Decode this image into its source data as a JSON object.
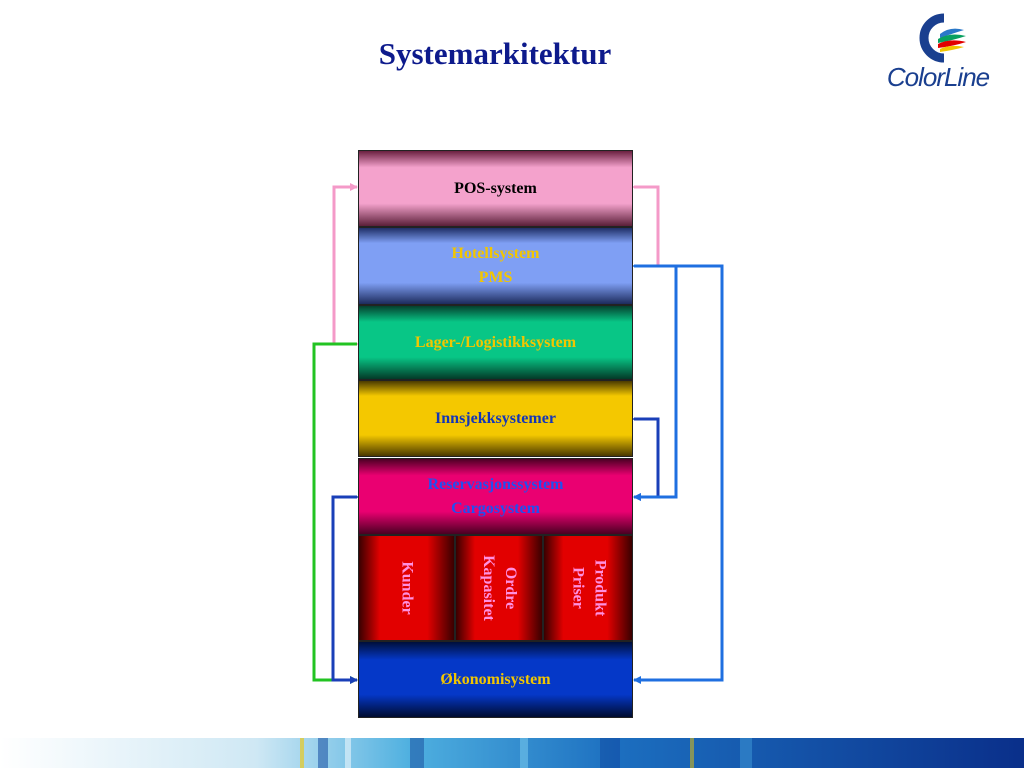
{
  "title": "Systemarkitektur",
  "logo": {
    "text": "ColorLine",
    "colors": [
      "#1a3f8f",
      "#f2c600",
      "#e20000",
      "#08a060",
      "#2a78c8"
    ]
  },
  "blocks": {
    "pos": "POS-system",
    "hotell_line1": "Hotellsystem",
    "hotell_line2": "PMS",
    "lager": "Lager-/Logistikksystem",
    "innsjekk": "Innsjekksystemer",
    "reservasjon_line1": "Reservasjonssystem",
    "reservasjon_line2": "Cargosystem",
    "okonomi": "Økonomisystem"
  },
  "modules": [
    {
      "line1": "Kunder",
      "line2": ""
    },
    {
      "line1": "Ordre",
      "line2": "Kapasitet"
    },
    {
      "line1": "Produkt",
      "line2": "Priser"
    }
  ],
  "connector_colors": {
    "pink": "#f49ac8",
    "green": "#22c322",
    "dark_blue": "#1a3fb8",
    "blue": "#1f6fe0"
  }
}
